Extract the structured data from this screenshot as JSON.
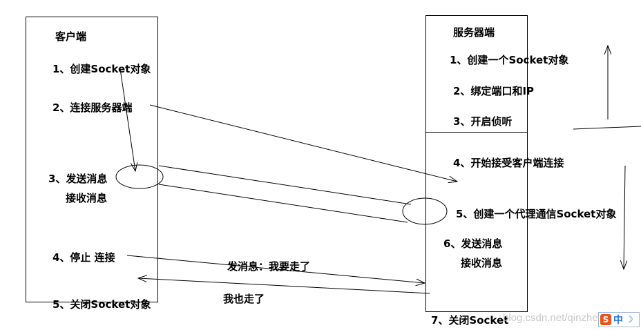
{
  "client": {
    "title": "客户端",
    "steps": [
      "1、创建Socket对象",
      "2、连接服务器端",
      "3、发送消息",
      "接收消息",
      "4、停止 连接",
      "5、关闭Socket对象"
    ]
  },
  "server": {
    "title": "服务器端",
    "steps": [
      "1、创建一个Socket对象",
      "2、绑定端口和IP",
      "3、开启侦听",
      "4、开始接受客户端连接",
      "5、创建一个代理通信Socket对象",
      "6、发送消息",
      "接收消息",
      "7、关闭Socket"
    ]
  },
  "messages": {
    "client_to_server": "发消息：我要走了",
    "server_to_client": "我也走了"
  },
  "watermark": "blog.csdn.net/qinzhen",
  "ime": {
    "logo": "S",
    "mode": "中",
    "moon": "☽"
  }
}
